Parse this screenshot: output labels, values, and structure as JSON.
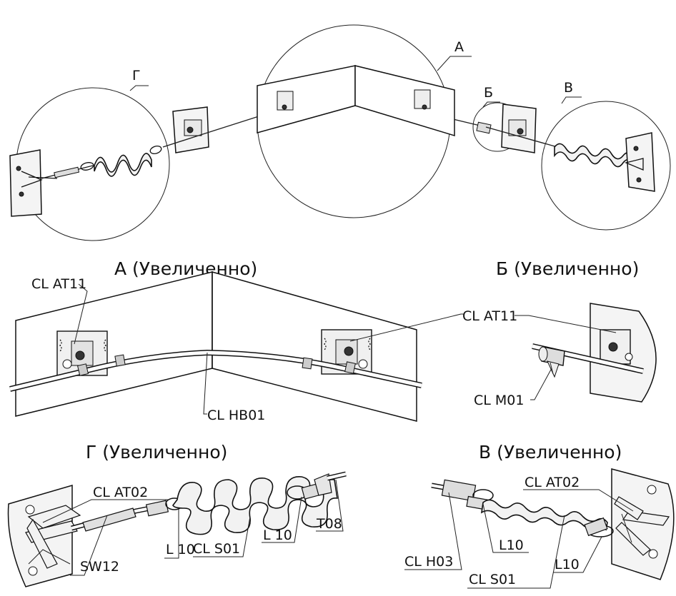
{
  "detail_markers": {
    "A": "А",
    "B": "Б",
    "V": "В",
    "G": "Г"
  },
  "titles": {
    "A": "А (Увеличенно)",
    "B": "Б (Увеличенно)",
    "G": "Г (Увеличенно)",
    "V": "В (Увеличенно)"
  },
  "labels": {
    "a_at11_left": "CL AT11",
    "a_at11_right": "CL AT11",
    "a_hb01": "CL HB01",
    "b_m01": "CL M01",
    "g_at02": "CL AT02",
    "g_sw12": "SW12",
    "g_l10_a": "L 10",
    "g_s01": "CL S01",
    "g_l10_b": "L 10",
    "g_t08": "T08",
    "v_at02": "CL AT02",
    "v_h03": "CL H03",
    "v_l10_a": "L10",
    "v_s01": "CL S01",
    "v_l10_b": "L10"
  }
}
